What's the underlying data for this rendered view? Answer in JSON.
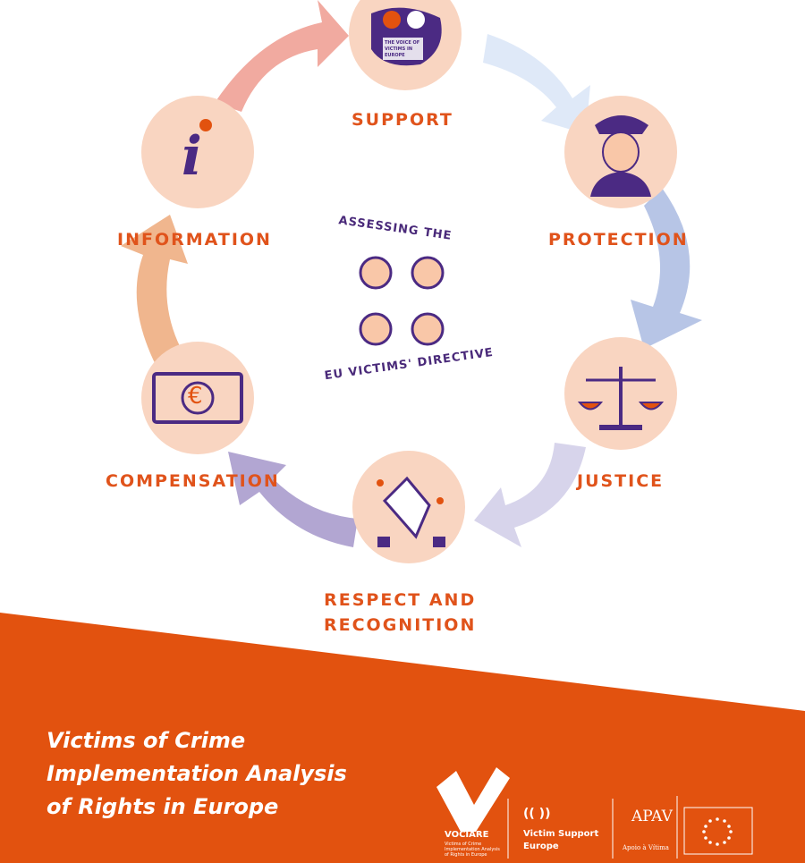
{
  "diagram": {
    "center_top": "ASSESSING THE",
    "center_bottom": "EU VICTIMS' DIRECTIVE",
    "stages": [
      {
        "label": "SUPPORT",
        "icon": "voice-of-victims-icon",
        "badge_text": "THE VOICE OF VICTIMS IN EUROPE"
      },
      {
        "label": "PROTECTION",
        "icon": "police-officer-icon"
      },
      {
        "label": "JUSTICE",
        "icon": "scales-icon"
      },
      {
        "label": "RESPECT AND",
        "label2": "RECOGNITION",
        "icon": "clapping-hands-icon"
      },
      {
        "label": "COMPENSATION",
        "icon": "euro-banknote-icon",
        "symbol": "€"
      },
      {
        "label": "INFORMATION",
        "icon": "info-icon",
        "symbol": "i"
      }
    ]
  },
  "footer": {
    "title_lines": [
      "Victims of Crime",
      "Implementation Analysis",
      "of Rights in Europe"
    ],
    "logos": {
      "vociare": "VOCIARE",
      "vociare_sub": "Victims of Crime Implementation Analysis of Rights in Europe",
      "vse_line1": "Victim Support",
      "vse_line2": "Europe",
      "apav": "APAV",
      "apav_sub": "Apoio à Vítima"
    },
    "colors": {
      "band": "#e2520f",
      "label": "#e0531b",
      "purple": "#4a2a7a",
      "circle": "#f9d5c1"
    }
  }
}
